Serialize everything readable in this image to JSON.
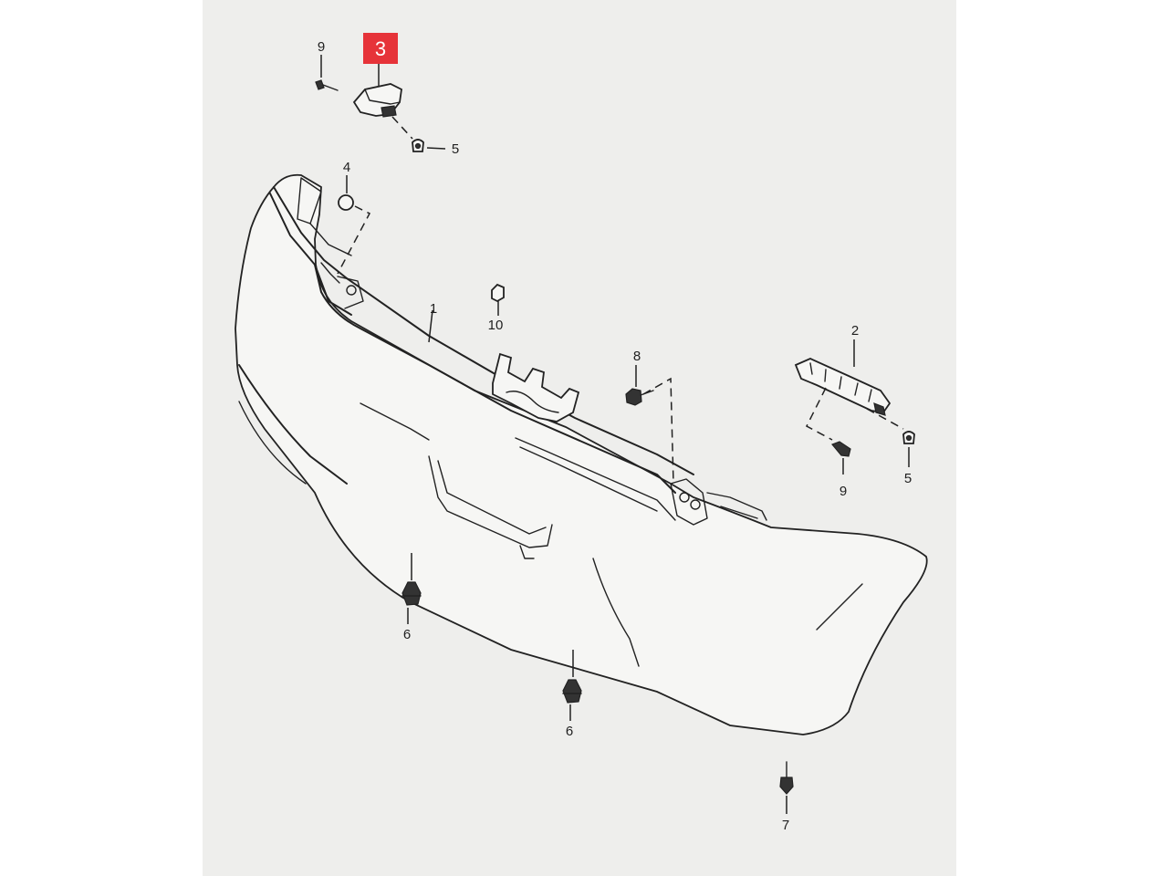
{
  "diagram": {
    "highlight_color": "#e63339",
    "highlighted_callout": "3",
    "callouts": [
      {
        "id": "c9a",
        "text": "9"
      },
      {
        "id": "c3",
        "text": "3"
      },
      {
        "id": "c5a",
        "text": "5"
      },
      {
        "id": "c4",
        "text": "4"
      },
      {
        "id": "c1",
        "text": "1"
      },
      {
        "id": "c10",
        "text": "10"
      },
      {
        "id": "c8",
        "text": "8"
      },
      {
        "id": "c2",
        "text": "2"
      },
      {
        "id": "c9b",
        "text": "9"
      },
      {
        "id": "c5b",
        "text": "5"
      },
      {
        "id": "c6a",
        "text": "6"
      },
      {
        "id": "c6b",
        "text": "6"
      },
      {
        "id": "c7",
        "text": "7"
      }
    ]
  }
}
